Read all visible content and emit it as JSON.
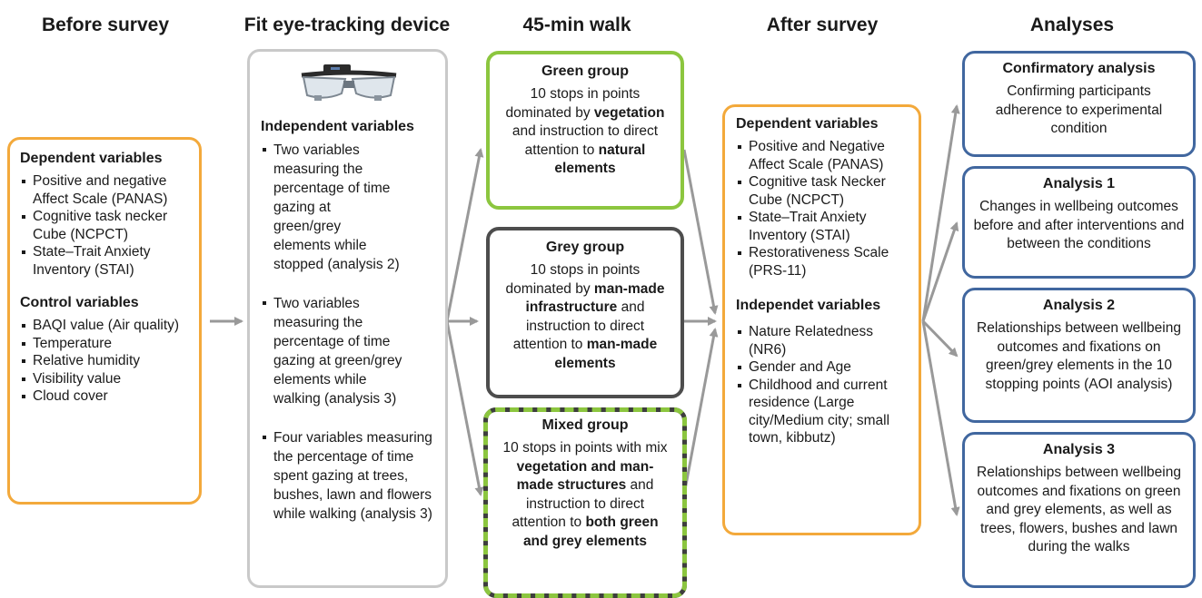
{
  "headers": {
    "before": "Before survey",
    "fit": "Fit eye-tracking device",
    "walk": "45-min walk",
    "after": "After survey",
    "analyses": "Analyses"
  },
  "before_box": {
    "dep_title": "Dependent variables",
    "dep_items": [
      "Positive and negative Affect Scale (PANAS)",
      "Cognitive task necker Cube (NCPCT)",
      "State–Trait Anxiety Inventory (STAI)"
    ],
    "ctrl_title": "Control variables",
    "ctrl_items": [
      "BAQI value (Air quality)",
      "Temperature",
      "Relative humidity",
      "Visibility value",
      "Cloud cover"
    ]
  },
  "fit_box": {
    "title": "Independent variables",
    "items": [
      "Two variables measuring the percentage of time gazing at green/grey elements while stopped (analysis 2)",
      "Two variables measuring the percentage of time gazing at green/grey elements while walking (analysis 3)",
      "Four variables measuring the percentage of time spent gazing at trees, bushes, lawn and flowers while walking (analysis 3)"
    ]
  },
  "groups": {
    "green": {
      "title": "Green group",
      "t1": "10 stops in points dominated by ",
      "b1": "vegetation",
      "t2": " and instruction to direct attention to ",
      "b2": "natural elements"
    },
    "grey": {
      "title": "Grey group",
      "t1": "10 stops in points dominated by ",
      "b1": "man-made infrastructure",
      "t2": " and instruction to direct attention to ",
      "b2": "man-made elements"
    },
    "mixed": {
      "title": "Mixed group",
      "t1": "10 stops in points with mix ",
      "b1": "vegetation and man-made structures",
      "t2": " and instruction to direct attention to ",
      "b2": "both green and grey elements"
    }
  },
  "after_box": {
    "dep_title": "Dependent variables",
    "dep_items": [
      "Positive and Negative Affect Scale (PANAS)",
      "Cognitive task Necker Cube (NCPCT)",
      "State–Trait Anxiety Inventory (STAI)",
      "Restorativeness Scale (PRS-11)"
    ],
    "ind_title": "Independet variables",
    "ind_items": [
      "Nature Relatedness (NR6)",
      "Gender and Age",
      "Childhood and current residence (Large city/Medium city; small town, kibbutz)"
    ]
  },
  "analyses": [
    {
      "title": "Confirmatory analysis",
      "text": "Confirming participants adherence to experimental condition"
    },
    {
      "title": "Analysis 1",
      "text": "Changes in wellbeing outcomes before and after interventions and between the conditions"
    },
    {
      "title": "Analysis 2",
      "text": "Relationships between wellbeing outcomes and  fixations on green/grey elements in the 10 stopping points (AOI analysis)"
    },
    {
      "title": "Analysis 3",
      "text": "Relationships between wellbeing outcomes and fixations on green and grey elements, as well as trees, flowers, bushes and lawn during the walks"
    }
  ],
  "colors": {
    "orange": "#f3a93b",
    "light_grey": "#c9c9c9",
    "green": "#8cc63f",
    "dark_grey": "#4d4d4d",
    "blue": "#41679f",
    "arrow": "#999999"
  },
  "icons": {
    "device": "eye-tracking-glasses-icon"
  }
}
